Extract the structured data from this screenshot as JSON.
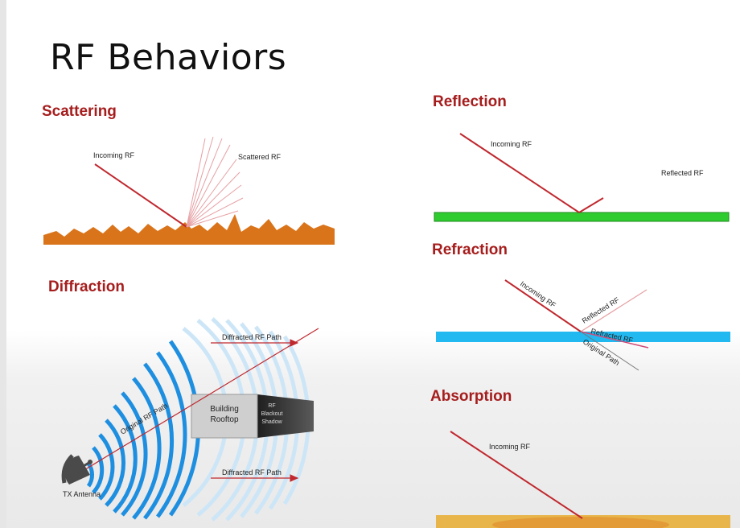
{
  "slide": {
    "title": "RF Behaviors",
    "colors": {
      "heading": "#a61d1d",
      "ray": "#c0282e",
      "scatter_surface": "#d9741a",
      "reflection_surface": "#2fcc2f",
      "refraction_surface": "#22b8f0",
      "absorption_surface": "#e8b54a",
      "wave_arc": "#1e8fe0",
      "building": "#cfcfcf",
      "shadow": "#2a2a2a"
    }
  },
  "scattering": {
    "heading": "Scattering",
    "incoming_label": "Incoming RF",
    "scattered_label": "Scattered RF"
  },
  "reflection": {
    "heading": "Reflection",
    "incoming_label": "Incoming RF",
    "reflected_label": "Reflected RF"
  },
  "refraction": {
    "heading": "Refraction",
    "incoming_label": "Incoming RF",
    "reflected_label": "Reflected RF",
    "refracted_label": "Refracted RF",
    "original_label": "Original Path"
  },
  "diffraction": {
    "heading": "Diffraction",
    "diffracted_label_top": "Diffracted RF Path",
    "diffracted_label_bottom": "Diffracted RF Path",
    "original_label": "Original RF Path",
    "building_line1": "Building",
    "building_line2": "Rooftop",
    "shadow_line1": "RF",
    "shadow_line2": "Blackout",
    "shadow_line3": "Shadow",
    "antenna_label": "TX Antenna"
  },
  "absorption": {
    "heading": "Absorption",
    "incoming_label": "Incoming RF"
  }
}
